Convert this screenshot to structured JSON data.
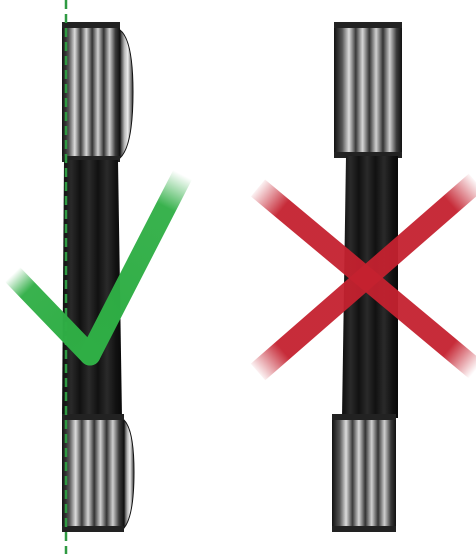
{
  "diagram": {
    "panels": [
      {
        "id": "correct",
        "verdict": "correct",
        "mark_icon": "checkmark-icon",
        "guide": "dashed-alignment-line"
      },
      {
        "id": "incorrect",
        "verdict": "incorrect",
        "mark_icon": "cross-icon"
      }
    ],
    "colors": {
      "check": "#2fae45",
      "cross": "#c4212f",
      "guide": "#2f9a42",
      "belt": "#161616",
      "pulley_dark": "#1e1e1e",
      "pulley_light": "#d8d8d8",
      "background": "#ffffff"
    }
  }
}
